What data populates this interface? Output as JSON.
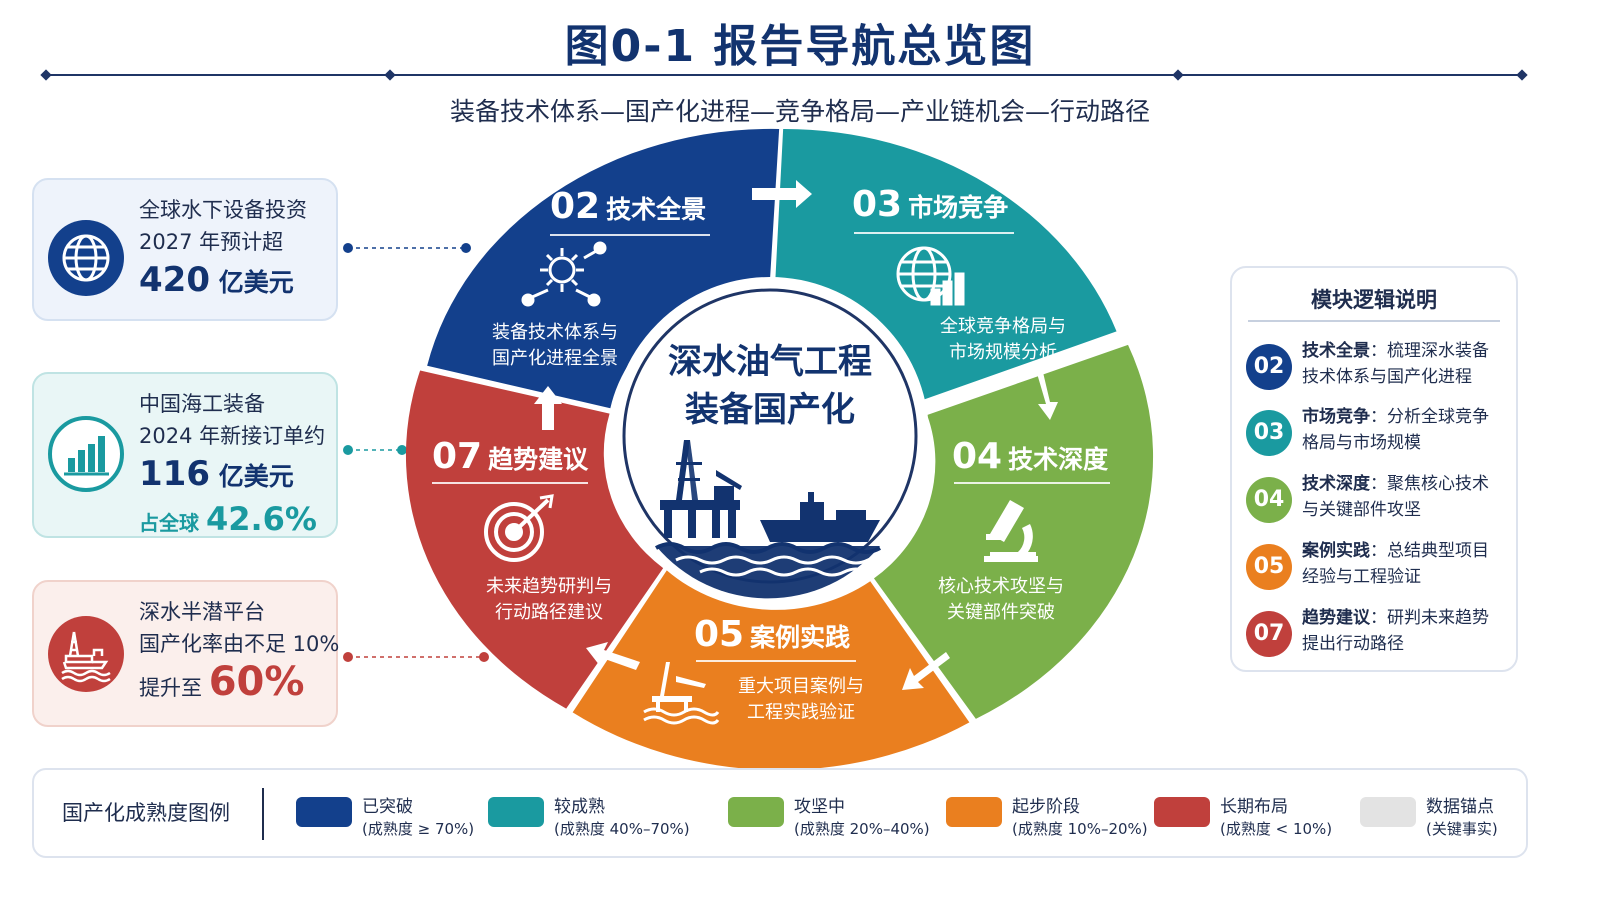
{
  "title": "图0-1  报告导航总览图",
  "subtitle": "装备技术体系—国产化进程—竞争格局—产业链机会—行动路径",
  "colors": {
    "navy": "#12336f",
    "blue": "#13408c",
    "teal": "#1a9aa0",
    "green": "#7bb04a",
    "orange": "#ea7f1f",
    "red": "#c0403c",
    "gray": "#e3e3e3"
  },
  "stats": [
    {
      "line1": "全球水下设备投资",
      "line2": "2027 年预计超",
      "big": "420",
      "unit": " 亿美元",
      "icon": "globe-icon"
    },
    {
      "line1": "中国海工装备",
      "line2": "2024 年新接订单约",
      "big": "116",
      "unit": " 亿美元",
      "pct_label": "占全球 ",
      "pct": "42.6%",
      "icon": "bar-chart-icon"
    },
    {
      "line1": "深水半潜平台",
      "line2": "国产化率由不足 10%",
      "line3": "提升至 ",
      "big": "60%",
      "icon": "oil-rig-icon"
    }
  ],
  "center": {
    "line1": "深水油气工程",
    "line2": "装备国产化",
    "icon": "platform-ship-icon"
  },
  "segments": [
    {
      "num": "02",
      "title": "技术全景",
      "desc1": "装备技术体系与",
      "desc2": "国产化进程全景",
      "icon": "gear-network-icon"
    },
    {
      "num": "03",
      "title": "市场竞争",
      "desc1": "全球竞争格局与",
      "desc2": "市场规模分析",
      "icon": "globe-chart-icon"
    },
    {
      "num": "04",
      "title": "技术深度",
      "desc1": "核心技术攻坚与",
      "desc2": "关键部件突破",
      "icon": "microscope-icon"
    },
    {
      "num": "05",
      "title": "案例实践",
      "desc1": "重大项目案例与",
      "desc2": "工程实践验证",
      "icon": "offshore-platform-icon"
    },
    {
      "num": "07",
      "title": "趋势建议",
      "desc1": "未来趋势研判与",
      "desc2": "行动路径建议",
      "icon": "target-icon"
    }
  ],
  "panel": {
    "title": "模块逻辑说明",
    "items": [
      {
        "num": "02",
        "name": "技术全景",
        "sep": "：",
        "text1": "梳理深水装备",
        "text2": "技术体系与国产化进程"
      },
      {
        "num": "03",
        "name": "市场竞争",
        "sep": "：",
        "text1": "分析全球竞争",
        "text2": "格局与市场规模"
      },
      {
        "num": "04",
        "name": "技术深度",
        "sep": "：",
        "text1": "聚焦核心技术",
        "text2": "与关键部件攻坚"
      },
      {
        "num": "05",
        "name": "案例实践",
        "sep": "：",
        "text1": "总结典型项目",
        "text2": "经验与工程验证"
      },
      {
        "num": "07",
        "name": "趋势建议",
        "sep": "：",
        "text1": "研判未来趋势",
        "text2": "提出行动路径"
      }
    ]
  },
  "legend": {
    "title": "国产化成熟度图例",
    "items": [
      {
        "label": "已突破",
        "sub": "(成熟度 ≥ 70%)"
      },
      {
        "label": "较成熟",
        "sub": "(成熟度 40%–70%)"
      },
      {
        "label": "攻坚中",
        "sub": "(成熟度 20%–40%)"
      },
      {
        "label": "起步阶段",
        "sub": "(成熟度 10%–20%)"
      },
      {
        "label": "长期布局",
        "sub": "(成熟度 < 10%)"
      },
      {
        "label": "数据锚点",
        "sub": "(关键事实)"
      }
    ]
  }
}
